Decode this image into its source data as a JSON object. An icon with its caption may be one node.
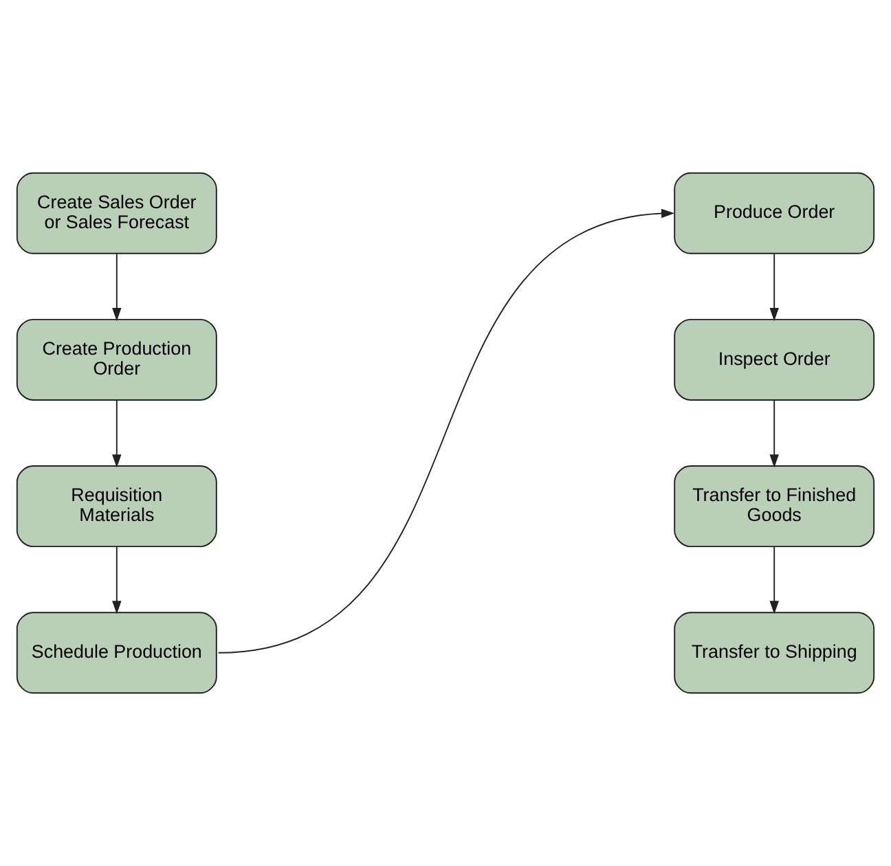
{
  "diagram": {
    "nodes": [
      {
        "text": [
          "Create Sales Order or Sales Forecast"
        ]
      },
      {
        "text": [
          "Create Production Order"
        ]
      },
      {
        "text": [
          "Requisition Materials"
        ]
      },
      {
        "text": [
          "Schedule Production"
        ]
      },
      {
        "text": [
          "Produce Order"
        ]
      },
      {
        "text": [
          "Inspect Order"
        ]
      },
      {
        "text": [
          "Transfer to Finished Goods"
        ]
      },
      {
        "text": [
          "Transfer to Shipping"
        ]
      }
    ],
    "edges": [
      {
        "from": 0,
        "to": 1,
        "arrow": "to"
      },
      {
        "from": 1,
        "to": 2,
        "arrow": "to"
      },
      {
        "from": 2,
        "to": 3,
        "arrow": "to"
      },
      {
        "from": 3,
        "to": 4,
        "arrow": "to"
      },
      {
        "from": 4,
        "to": 5,
        "arrow": "to"
      },
      {
        "from": 5,
        "to": 6,
        "arrow": "to"
      },
      {
        "from": 6,
        "to": 7,
        "arrow": "to"
      }
    ]
  }
}
